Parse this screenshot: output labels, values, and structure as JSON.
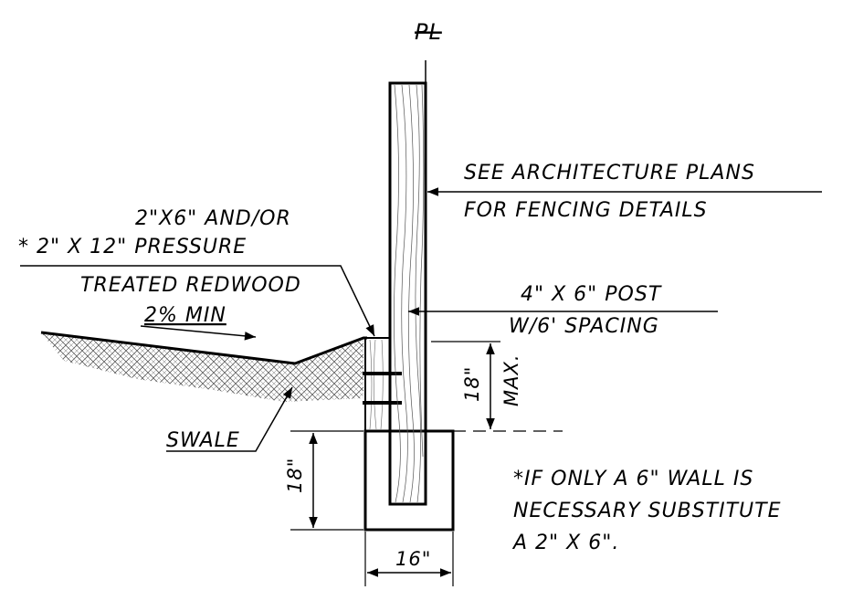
{
  "labels": {
    "property_line": "PL",
    "see_plans_1": "SEE ARCHITECTURE PLANS",
    "see_plans_2": "FOR FENCING DETAILS",
    "board_1": "2\"X6\" AND/OR",
    "board_2": "* 2\" X 12\" PRESSURE",
    "board_3": "TREATED REDWOOD",
    "slope": "2% MIN",
    "post_1": "4\" X 6\" POST",
    "post_2": "W/6' SPACING",
    "wall_height": "18\"",
    "wall_height_max": "MAX.",
    "swale": "SWALE",
    "footing_depth": "18\"",
    "footing_width": "16\"",
    "note_1": "*IF ONLY A 6\" WALL IS",
    "note_2": "NECESSARY SUBSTITUTE",
    "note_3": "A 2\" X 6\"."
  },
  "colors": {
    "ink": "#000000",
    "background": "#ffffff"
  }
}
